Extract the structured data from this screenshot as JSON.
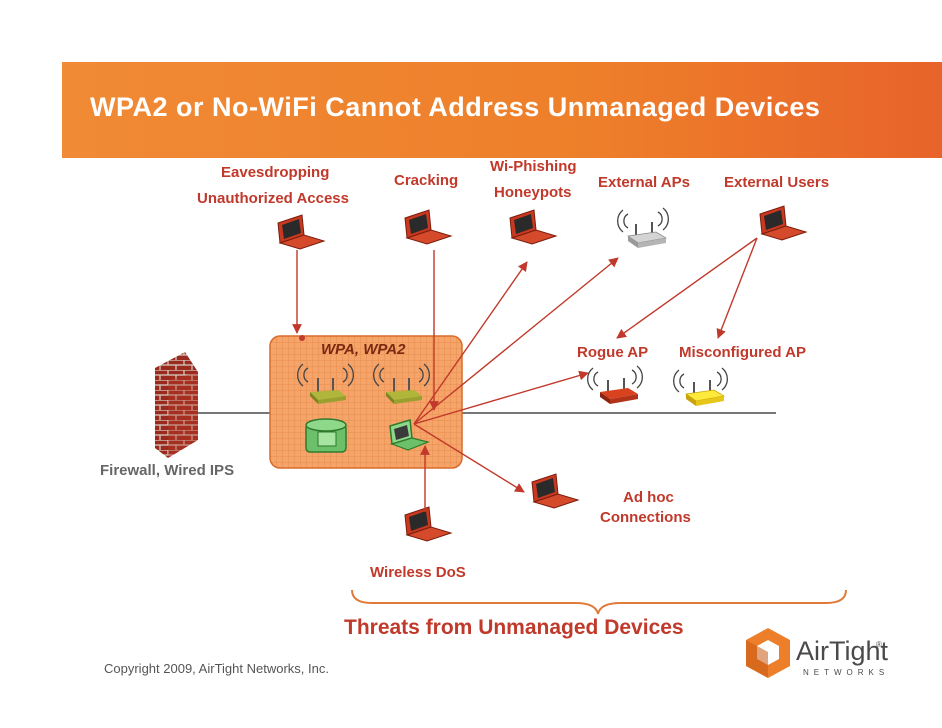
{
  "slide": {
    "title": "WPA2 or No-WiFi Cannot Address Unmanaged Devices",
    "copyright": "Copyright 2009, AirTight Networks, Inc.",
    "logo_text": "AirTight",
    "logo_sub": "NETWORKS",
    "logo_reg": "®",
    "accent_color": "#ee7f2a",
    "threat_color": "#c0392b"
  },
  "labels": {
    "eavesdropping": "Eavesdropping",
    "unauthorized_access": "Unauthorized Access",
    "cracking": "Cracking",
    "wi_phishing": "Wi-Phishing",
    "honeypots": "Honeypots",
    "external_aps": "External APs",
    "external_users": "External Users",
    "wpa": "WPA, WPA2",
    "rogue_ap": "Rogue AP",
    "misconfigured_ap": "Misconfigured AP",
    "firewall": "Firewall, Wired IPS",
    "ad_hoc": "Ad hoc",
    "connections": "Connections",
    "wireless_dos": "Wireless DoS",
    "threats": "Threats from Unmanaged Devices"
  }
}
